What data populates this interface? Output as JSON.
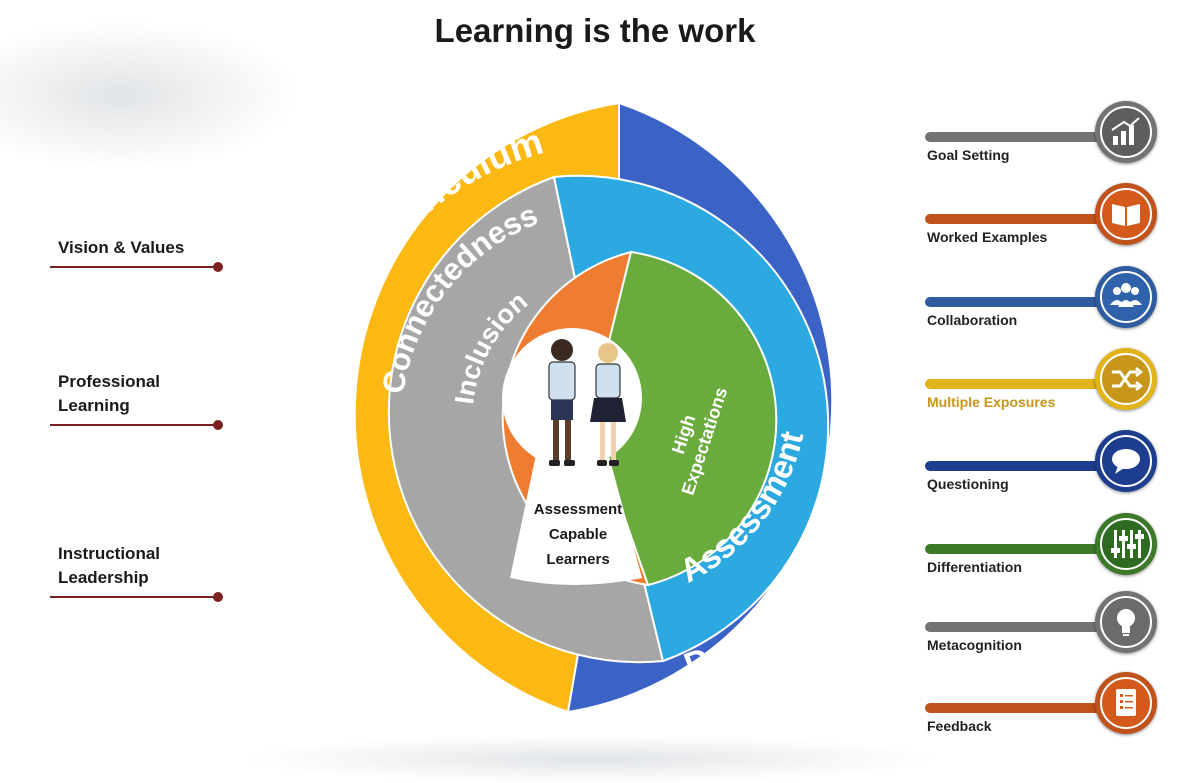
{
  "title": "Learning is the work",
  "left_items": [
    "Vision & Values",
    "Professional\nLearning",
    "Instructional\nLeadership"
  ],
  "rings": {
    "outer_left": "Australian Curriculum",
    "outer_right": "Design and Delivery",
    "second_left": "Connectedness",
    "second_right": "Assessment",
    "inner_left": "Inclusion",
    "inner_right_line1": "High",
    "inner_right_line2": "Expectations",
    "center_line1": "Assessment",
    "center_line2": "Capable",
    "center_line3": "Learners"
  },
  "right_items": [
    {
      "label": "Goal Setting",
      "color": "#737373",
      "icon": "bar-chart-icon"
    },
    {
      "label": "Worked Examples",
      "color": "#c0521b",
      "icon": "open-book-icon"
    },
    {
      "label": "Collaboration",
      "color": "#2e5c9e",
      "icon": "people-group-icon"
    },
    {
      "label": "Multiple Exposures",
      "color": "#e2b41a",
      "icon": "shuffle-icon"
    },
    {
      "label": "Questioning",
      "color": "#1d3d8e",
      "icon": "speech-bubble-icon"
    },
    {
      "label": "Differentiation",
      "color": "#3c7a2a",
      "icon": "sliders-icon"
    },
    {
      "label": "Metacognition",
      "color": "#737373",
      "icon": "lightbulb-icon"
    },
    {
      "label": "Feedback",
      "color": "#c0521b",
      "icon": "checklist-icon"
    }
  ],
  "colors": {
    "yellow": "#fdb913",
    "blue": "#3b63c6",
    "gray": "#a6a6a6",
    "cyan": "#2ba9e0",
    "orange": "#ee7d32",
    "green": "#6aab3d",
    "left_line": "#7a2121"
  }
}
